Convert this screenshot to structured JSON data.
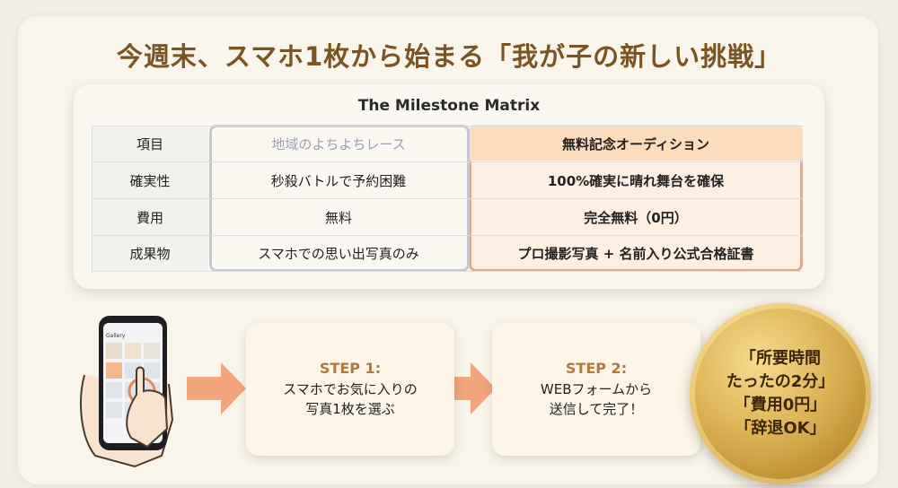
{
  "headline": "今週末、スマホ1枚から始まる「我が子の新しい挑戦」",
  "matrix": {
    "title": "The Milestone Matrix",
    "rows": [
      {
        "label": "項目",
        "col1": "地域のよちよちレース",
        "col2": "無料記念オーディション"
      },
      {
        "label": "確実性",
        "col1": "秒殺バトルで予約困難",
        "col2": "100%確実に晴れ舞台を確保"
      },
      {
        "label": "費用",
        "col1": "無料",
        "col2": "完全無料（0円）"
      },
      {
        "label": "成果物",
        "col1": "スマホでの思い出写真のみ",
        "col2": "プロ撮影写真 + 名前入り公式合格証書"
      }
    ]
  },
  "phone": {
    "gallery_label": "Gallery"
  },
  "steps": [
    {
      "title": "STEP 1:",
      "text": "スマホでお気に入りの\n写真1枚を選ぶ"
    },
    {
      "title": "STEP 2:",
      "text": "WEBフォームから\n送信して完了！"
    }
  ],
  "medal": {
    "lines": [
      "「所要時間",
      "たったの2分」",
      "「費用0円」",
      "「辞退OK」"
    ]
  },
  "colors": {
    "accent": "#eea67a",
    "title": "#7a5522",
    "step_title": "#b07a38",
    "muted": "#9aa0b2"
  }
}
